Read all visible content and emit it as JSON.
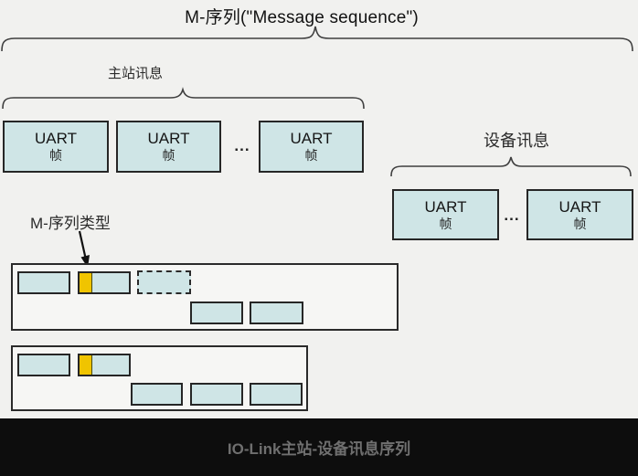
{
  "title": "M-序列(\"Message sequence\")",
  "labels": {
    "master_message": "主站讯息",
    "device_message": "设备讯息",
    "m_sequence_type": "M-序列类型",
    "ellipsis": "..."
  },
  "uart_frame": {
    "name": "UART",
    "unit": "帧"
  },
  "caption": "IO-Link主站-设备讯息序列",
  "colors": {
    "background": "#f1f1ef",
    "frame_fill": "#cfe5e6",
    "highlight_yellow": "#f0c400",
    "border": "#262626",
    "caption_bar": "#0d0d0d",
    "caption_text": "#6f6f6f"
  }
}
